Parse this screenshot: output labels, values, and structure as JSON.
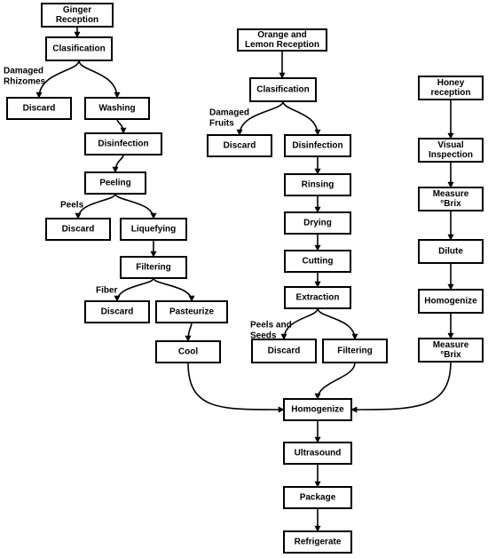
{
  "nodes": {
    "ginger_reception": [
      "Ginger",
      "Reception"
    ],
    "clasification_g": [
      "Clasification"
    ],
    "discard_g1": [
      "Discard"
    ],
    "washing": [
      "Washing"
    ],
    "disinfection_g": [
      "Disinfection"
    ],
    "peeling": [
      "Peeling"
    ],
    "discard_g2": [
      "Discard"
    ],
    "liquefying": [
      "Liquefying"
    ],
    "filtering_g": [
      "Filtering"
    ],
    "discard_g3": [
      "Discard"
    ],
    "pasteurize": [
      "Pasteurize"
    ],
    "cool": [
      "Cool"
    ],
    "orange_reception": [
      "Orange and",
      "Lemon Reception"
    ],
    "clasification_o": [
      "Clasification"
    ],
    "discard_o1": [
      "Discard"
    ],
    "disinfection_o": [
      "Disinfection"
    ],
    "rinsing": [
      "Rinsing"
    ],
    "drying": [
      "Drying"
    ],
    "cutting": [
      "Cutting"
    ],
    "extraction": [
      "Extraction"
    ],
    "discard_o2": [
      "Discard"
    ],
    "filtering_o": [
      "Filtering"
    ],
    "honey_reception": [
      "Honey",
      "reception"
    ],
    "visual_inspection": [
      "Visual",
      "Inspection"
    ],
    "measure_brix_1": [
      "Measure",
      "°Brix"
    ],
    "dilute": [
      "Dilute"
    ],
    "homogenize_h": [
      "Homogenize"
    ],
    "measure_brix_2": [
      "Measure",
      "°Brix"
    ],
    "homogenize": [
      "Homogenize"
    ],
    "ultrasound": [
      "Ultrasound"
    ],
    "package": [
      "Package"
    ],
    "refrigerate": [
      "Refrigerate"
    ]
  },
  "labels": {
    "damaged_rhizomes": [
      "Damaged",
      "Rhizomes"
    ],
    "peels": [
      "Peels"
    ],
    "fiber": [
      "Fiber"
    ],
    "damaged_fruits": [
      "Damaged",
      "Fruits"
    ],
    "peels_and_seeds": [
      "Peels and",
      "Seeds"
    ]
  },
  "edges": [
    [
      "ginger_reception",
      "clasification_g"
    ],
    [
      "clasification_g",
      "discard_g1"
    ],
    [
      "clasification_g",
      "washing"
    ],
    [
      "washing",
      "disinfection_g"
    ],
    [
      "disinfection_g",
      "peeling"
    ],
    [
      "peeling",
      "discard_g2"
    ],
    [
      "peeling",
      "liquefying"
    ],
    [
      "liquefying",
      "filtering_g"
    ],
    [
      "filtering_g",
      "discard_g3"
    ],
    [
      "filtering_g",
      "pasteurize"
    ],
    [
      "pasteurize",
      "cool"
    ],
    [
      "cool",
      "homogenize"
    ],
    [
      "orange_reception",
      "clasification_o"
    ],
    [
      "clasification_o",
      "discard_o1"
    ],
    [
      "clasification_o",
      "disinfection_o"
    ],
    [
      "disinfection_o",
      "rinsing"
    ],
    [
      "rinsing",
      "drying"
    ],
    [
      "drying",
      "cutting"
    ],
    [
      "cutting",
      "extraction"
    ],
    [
      "extraction",
      "discard_o2"
    ],
    [
      "extraction",
      "filtering_o"
    ],
    [
      "filtering_o",
      "homogenize"
    ],
    [
      "honey_reception",
      "visual_inspection"
    ],
    [
      "visual_inspection",
      "measure_brix_1"
    ],
    [
      "measure_brix_1",
      "dilute"
    ],
    [
      "dilute",
      "homogenize_h"
    ],
    [
      "homogenize_h",
      "measure_brix_2"
    ],
    [
      "measure_brix_2",
      "homogenize"
    ],
    [
      "homogenize",
      "ultrasound"
    ],
    [
      "ultrasound",
      "package"
    ],
    [
      "package",
      "refrigerate"
    ]
  ]
}
